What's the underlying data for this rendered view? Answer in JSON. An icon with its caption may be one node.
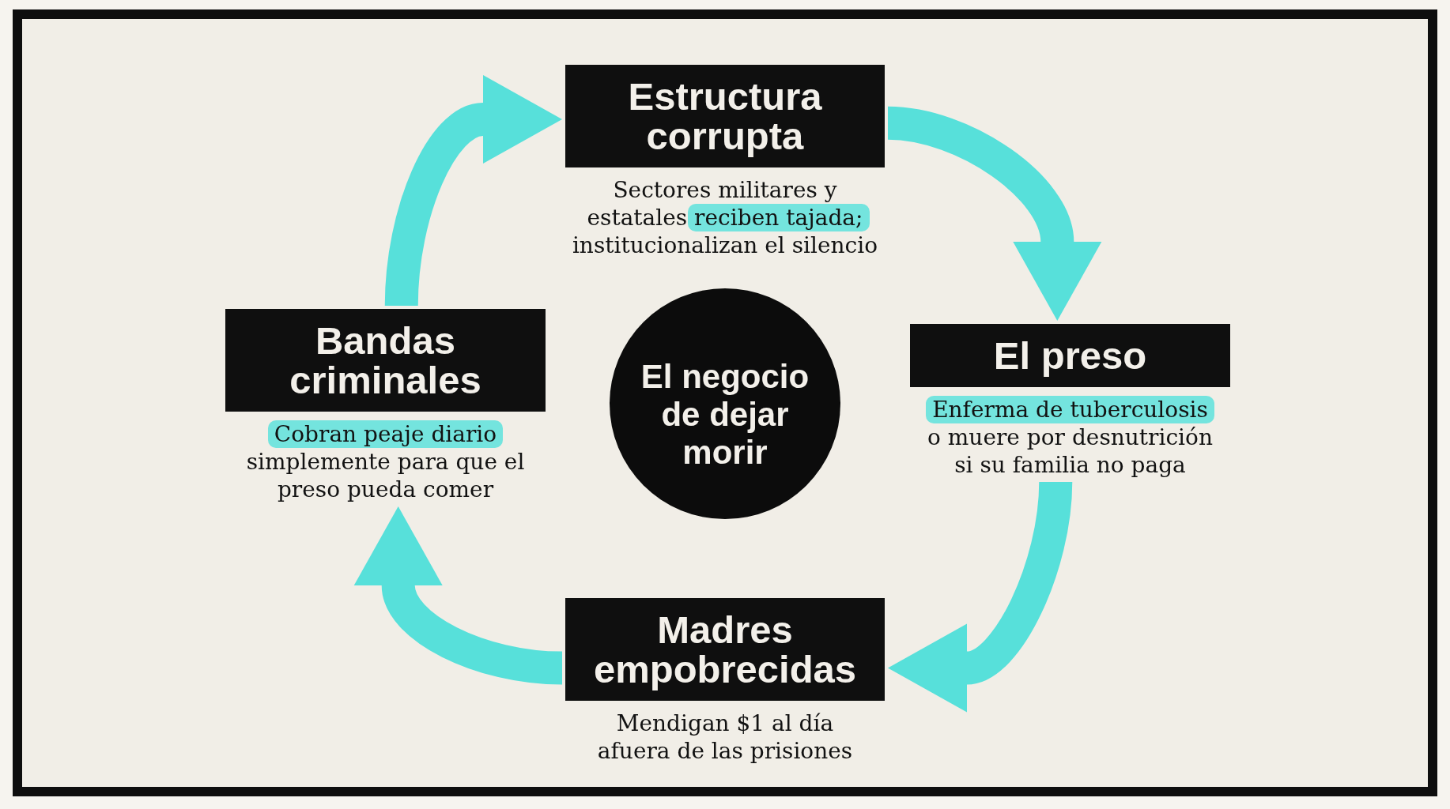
{
  "diagram": {
    "nodes": [
      {
        "text": [
          "Estructura corrupta"
        ],
        "beside": [
          "Sectores militares y estatales reciben tajada; institucionalizan el silencio"
        ]
      },
      {
        "text": [
          "Bandas criminales"
        ],
        "beside": [
          "Cobran peaje diario simplemente para que el preso pueda comer"
        ]
      },
      {
        "text": [
          "El negocio de dejar morir"
        ]
      },
      {
        "text": [
          "El preso"
        ],
        "beside": [
          "Enferma de tuberculosis o muere por desnutrición si su familia no paga"
        ]
      },
      {
        "text": [
          "Madres empobrecidas"
        ],
        "beside": [
          "Mendigan $1 al día afuera de las prisiones"
        ]
      }
    ],
    "edges": [
      {
        "from": 0,
        "to": 3,
        "arrow": "to"
      },
      {
        "from": 3,
        "to": 4,
        "arrow": "to"
      },
      {
        "from": 4,
        "to": 1,
        "arrow": "to"
      },
      {
        "from": 1,
        "to": 0,
        "arrow": "to"
      }
    ]
  }
}
